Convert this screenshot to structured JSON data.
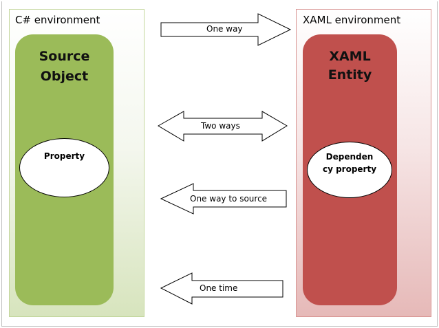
{
  "left_env": {
    "title": "C# environment",
    "object_line1": "Source",
    "object_line2": "Object",
    "property": "Property",
    "colors": {
      "inner": "#9bbb59",
      "border": "#c3d69b",
      "fill_bottom": "#d7e4bd"
    }
  },
  "right_env": {
    "title": "XAML environment",
    "object_line1": "XAML",
    "object_line2": "Entity",
    "property_line1": "Dependen",
    "property_line2": "cy property",
    "colors": {
      "inner": "#c0504d",
      "border": "#d99694",
      "fill_bottom": "#e6b9b8"
    }
  },
  "arrows": [
    {
      "label": "One way",
      "direction": "right"
    },
    {
      "label": "Two ways",
      "direction": "both"
    },
    {
      "label": "One way to source",
      "direction": "left"
    },
    {
      "label": "One time",
      "direction": "left"
    }
  ]
}
